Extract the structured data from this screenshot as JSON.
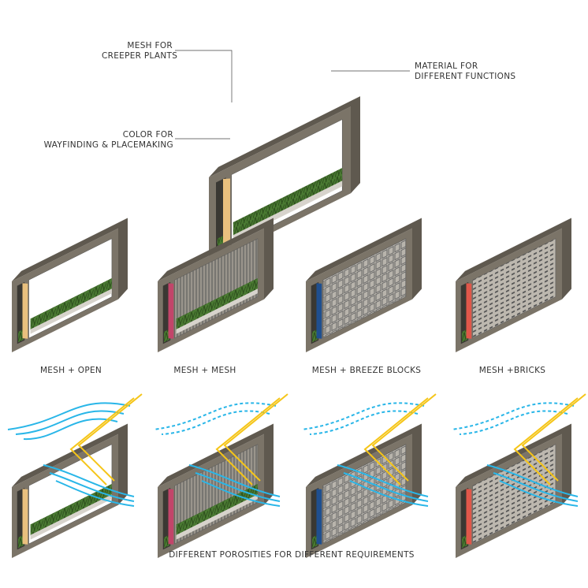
{
  "annotations": {
    "mesh_line1": "MESH FOR",
    "mesh_line2": "CREEPER PLANTS",
    "material_line1": "MATERIAL FOR",
    "material_line2": "DIFFERENT FUNCTIONS",
    "color_line1": "COLOR FOR",
    "color_line2": "WAYFINDING & PLACEMAKING"
  },
  "variants": [
    {
      "label": "MESH + OPEN",
      "infill": "open",
      "accent": "#e9c07e"
    },
    {
      "label": "MESH + MESH",
      "infill": "mesh",
      "accent": "#c2456a"
    },
    {
      "label": "MESH + BREEZE BLOCKS",
      "infill": "breeze",
      "accent": "#1f4f8f"
    },
    {
      "label": "MESH +BRICKS",
      "infill": "bricks",
      "accent": "#e0574a"
    }
  ],
  "footer": "DIFFERENT POROSITIES FOR DIFFERENT REQUIREMENTS",
  "colors": {
    "concrete": "#7b7468",
    "wind": "#29b6e8",
    "sun": "#f5c518",
    "plant": "#3f6b2a"
  }
}
